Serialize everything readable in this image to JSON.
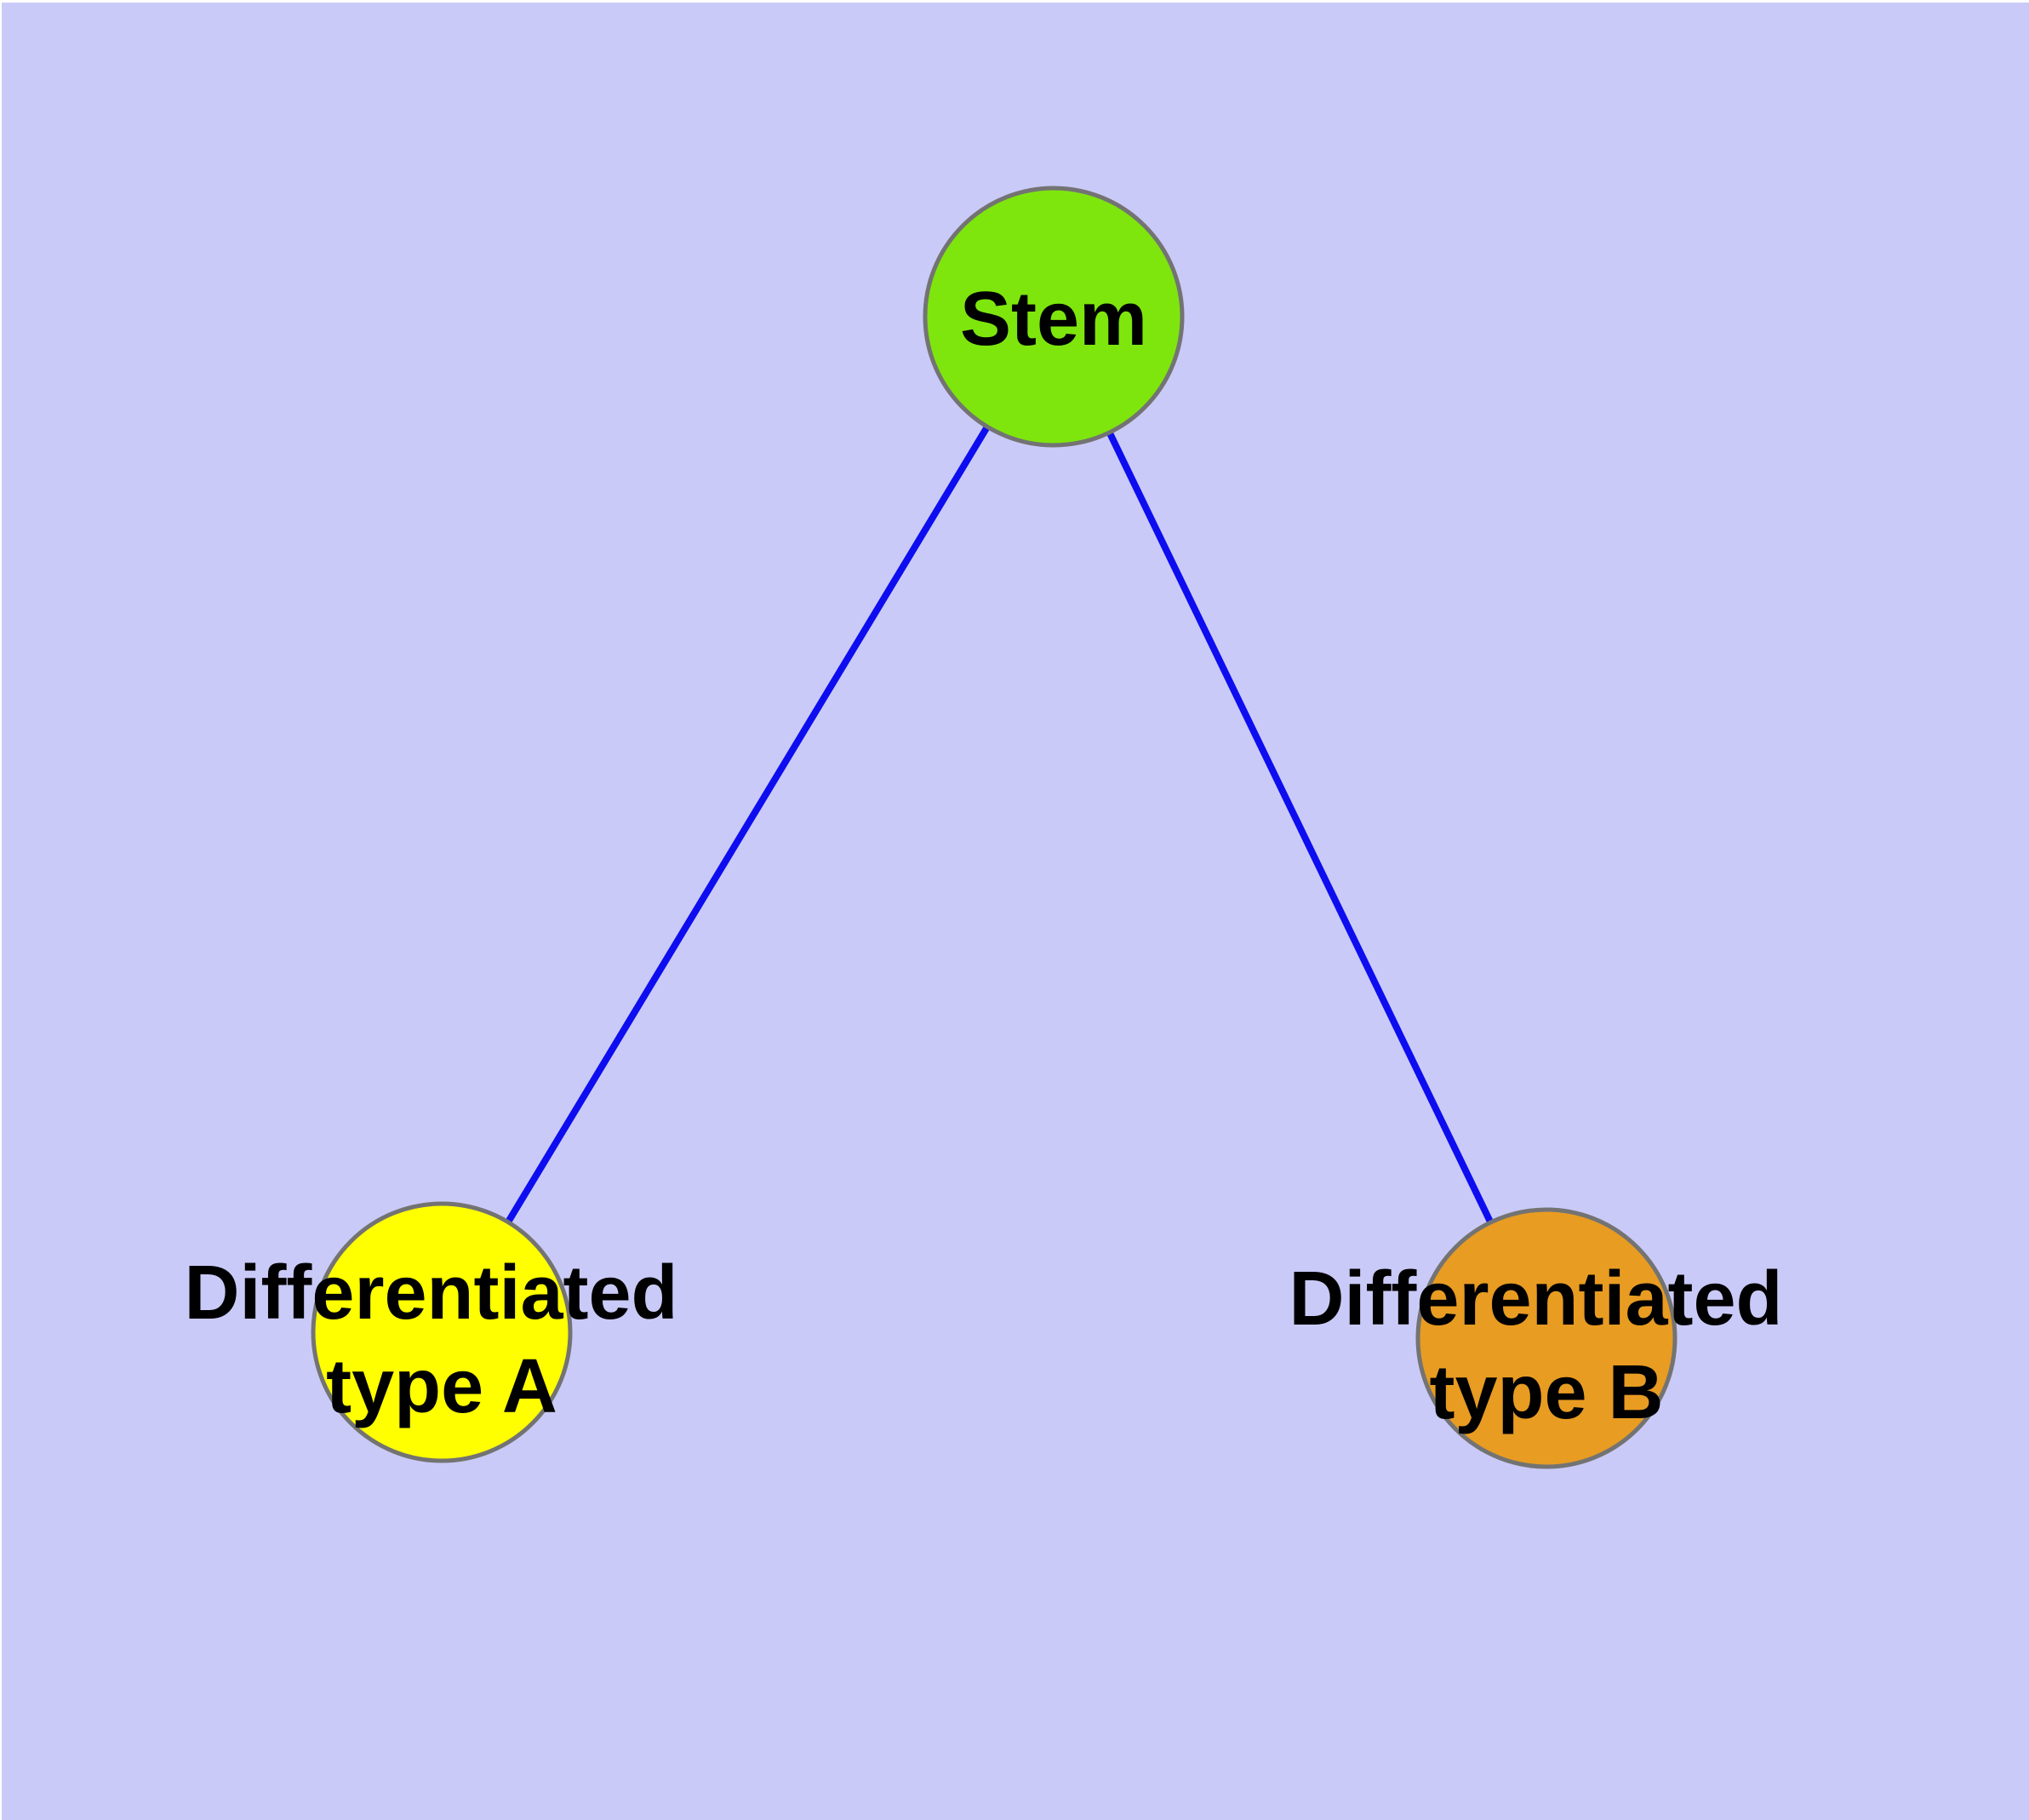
{
  "diagram": {
    "background_color": "#CACAF8",
    "edge_highlight_color": "#FFFFFF",
    "edge_color": "#0D0DF0",
    "node_border_color": "#737373",
    "label_color": "#000000",
    "nodes": {
      "stem": {
        "label": "Stem",
        "fill": "#7EE60D"
      },
      "type_a": {
        "label_line1": "Differentiated",
        "label_line2": "type A",
        "fill": "#FFFF00"
      },
      "type_b": {
        "label_line1": "Differentiated",
        "label_line2": "type B",
        "fill": "#E89C22"
      }
    },
    "edges": [
      {
        "from": "Stem",
        "to": "Differentiated type A"
      },
      {
        "from": "Stem",
        "to": "Differentiated type B"
      }
    ]
  }
}
